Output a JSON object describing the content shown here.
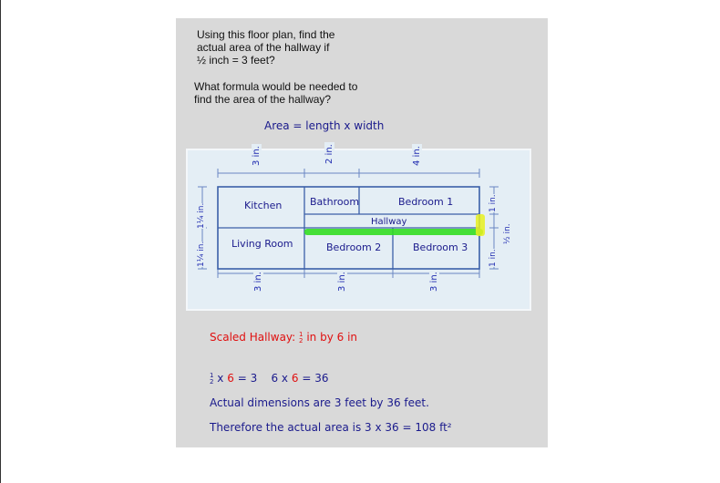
{
  "question": {
    "line1": "Using this floor plan, find the",
    "line2": "actual area of the hallway if",
    "line3": "½ inch = 3 feet?",
    "line4": "What formula would be needed to",
    "line5": "find the area of the hallway?"
  },
  "formula": "Area = length x width",
  "plan": {
    "top_dims": [
      "3 in.",
      "2 in.",
      "4 in."
    ],
    "bottom_dims": [
      "3 in.",
      "3 in.",
      "3 in."
    ],
    "left_dims": [
      "1¼ in.",
      "1¼ in."
    ],
    "right_dims": [
      "1 in.",
      "1 in.",
      "½ in."
    ],
    "rooms": {
      "kitchen": "Kitchen",
      "bathroom": "Bathroom",
      "bedroom1": "Bedroom 1",
      "hallway": "Hallway",
      "living": "Living Room",
      "bedroom2": "Bedroom 2",
      "bedroom3": "Bedroom 3"
    }
  },
  "work": {
    "scaled_label": "Scaled Hallway:",
    "scaled_rest": "in by 6 in",
    "eq_x": "x",
    "eq_6a": "6",
    "eq_eq3": "= 3",
    "eq_six_x": "6 x",
    "eq_6b": "6",
    "eq_eq36": "= 36",
    "actual": "Actual dimensions are 3 feet by 36 feet.",
    "therefore": "Therefore the actual area is 3 x 36 = 108 ft²"
  },
  "colors": {
    "slide_bg": "#d9d9d9",
    "plan_bg": "#e4eef5",
    "wall": "#3a5fa8",
    "highlight_green": "#33dd22",
    "highlight_yellow": "#e8f020"
  }
}
